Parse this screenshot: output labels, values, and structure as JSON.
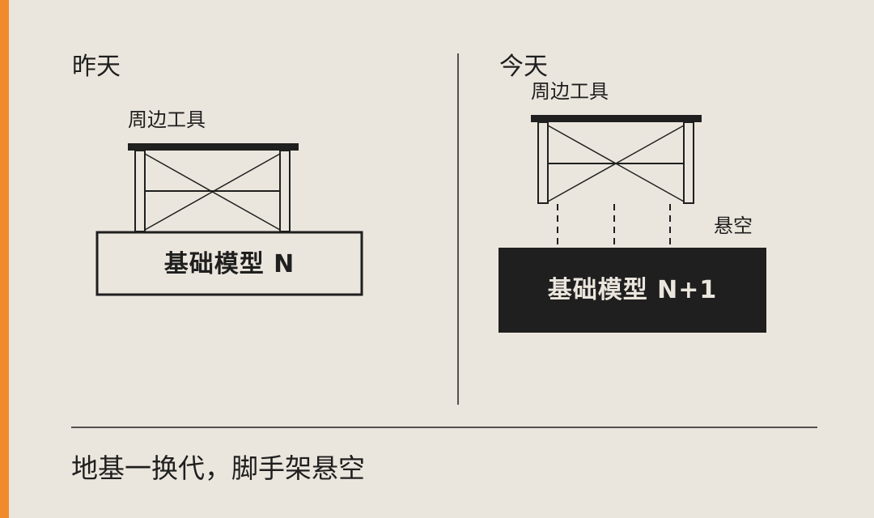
{
  "colors": {
    "accent": "#f08a2b",
    "background": "#ebe6dd",
    "ink": "#1f1f1f",
    "light_text": "#ebe6dd"
  },
  "left_panel": {
    "title": "昨天",
    "tools_label": "周边工具",
    "base_label": "基础模型 N"
  },
  "right_panel": {
    "title": "今天",
    "tools_label": "周边工具",
    "gap_label": "悬空",
    "base_label": "基础模型 N+1"
  },
  "caption": "地基一换代，脚手架悬空"
}
